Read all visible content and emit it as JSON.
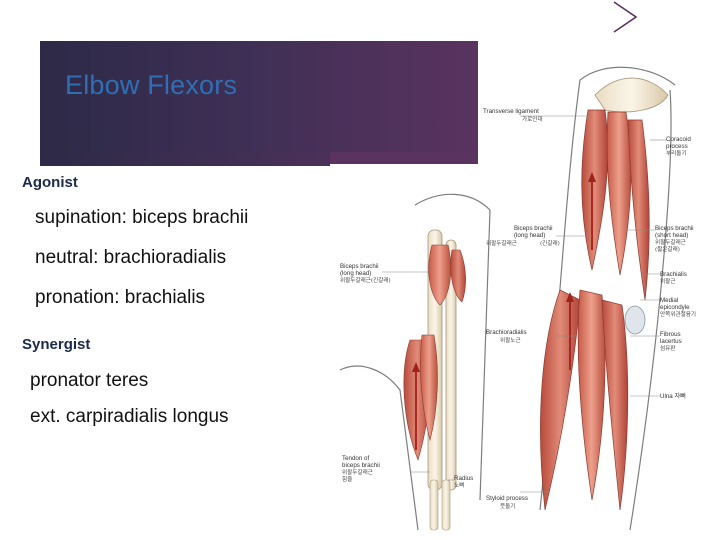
{
  "slide": {
    "title": "Elbow Flexors",
    "agonist": {
      "heading": "Agonist",
      "items": [
        "supination: biceps brachii",
        "neutral: brachioradialis",
        "pronation: brachialis"
      ]
    },
    "synergist": {
      "heading": "Synergist",
      "items": [
        "pronator teres",
        "ext. carpiradialis longus"
      ]
    }
  },
  "figure": {
    "labels": {
      "transverse_ligament": "Transverse ligament",
      "transverse_ligament_sub": "가로인대",
      "coracoid_process": "Coracoid",
      "coracoid_process_2": "process",
      "coracoid_process_sub": "부리돌기",
      "biceps_long_left": "Biceps brachii",
      "biceps_long_left_2": "(long head)",
      "biceps_long_left_sub": "위팔두갈래근(긴갈래)",
      "biceps_short": "Biceps brachii",
      "biceps_short_2": "(short head)",
      "biceps_short_sub": "위팔두갈래근",
      "biceps_short_sub_2": "(짧은갈래)",
      "biceps_long_mid": "Biceps brachii",
      "biceps_long_mid_2": "(long head)",
      "biceps_long_mid_sub": "위팔두갈래근",
      "biceps_long_mid_sub_2": "(긴갈래)",
      "brachialis": "Brachialis",
      "brachialis_sub": "위팔근",
      "medial_epicondyle": "Medial",
      "medial_epicondyle_2": "epicondyle",
      "medial_epicondyle_sub": "안쪽위관절융기",
      "fibrous_lacertus": "Fibrous",
      "fibrous_lacertus_2": "lacertus",
      "fibrous_lacertus_sub": "섬유판",
      "brachioradialis": "Brachioradialis",
      "brachioradialis_sub": "위팔노근",
      "ulna": "Ulna 자뼈",
      "tendon_biceps": "Tendon of",
      "tendon_biceps_2": "biceps brachii",
      "tendon_biceps_sub": "위팔두갈래근",
      "tendon_biceps_sub_2": "힘줄",
      "radius": "Radius",
      "radius_sub": "노뼈",
      "styloid_process": "Styloid process",
      "styloid_process_sub": "붓돌기"
    }
  }
}
